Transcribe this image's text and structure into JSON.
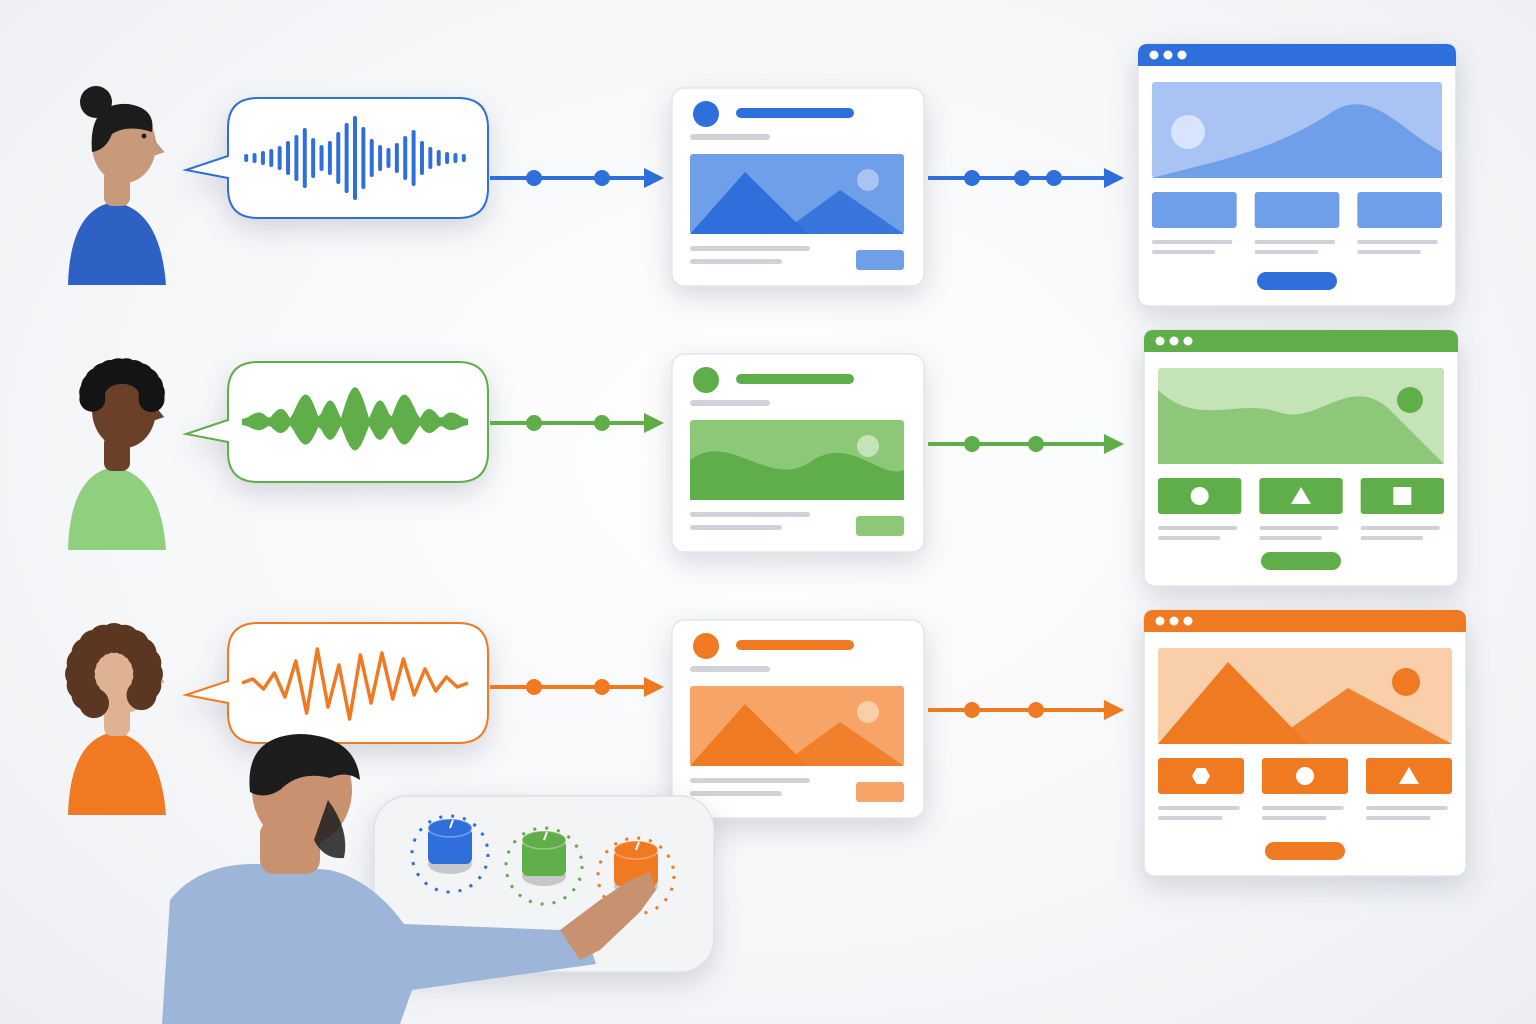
{
  "rows": [
    {
      "id": "blue",
      "color": "#2f6fdc",
      "light": "#6f9fe8",
      "pale": "#a9c4f2",
      "person": {
        "skin": "#c99a7a",
        "hair": "#1c1c1c",
        "shirt": "#2d62c4",
        "hair_style": "bun"
      },
      "wave_style": "bars",
      "card_style": "mountains",
      "web_style": "blocks"
    },
    {
      "id": "green",
      "color": "#5fae4a",
      "light": "#8cc878",
      "pale": "#c4e3b7",
      "person": {
        "skin": "#6b4028",
        "hair": "#141414",
        "shirt": "#8fd07f",
        "hair_style": "afro"
      },
      "wave_style": "sine",
      "card_style": "hills",
      "web_style": "circle-triangle-square"
    },
    {
      "id": "orange",
      "color": "#f07a22",
      "light": "#f6a467",
      "pale": "#f9cfa9",
      "person": {
        "skin": "#e0b294",
        "hair": "#5b3722",
        "shirt": "#f07a22",
        "hair_style": "curly"
      },
      "wave_style": "zigzag",
      "card_style": "mountains",
      "web_style": "hexagon-circle-triangle"
    }
  ],
  "mixer": {
    "knob_colors": [
      "#2f6fdc",
      "#5fae4a",
      "#f07a22"
    ],
    "operator_shirt": "#9db5d8",
    "operator_skin": "#c8916f",
    "operator_hair": "#1d1d1d"
  }
}
